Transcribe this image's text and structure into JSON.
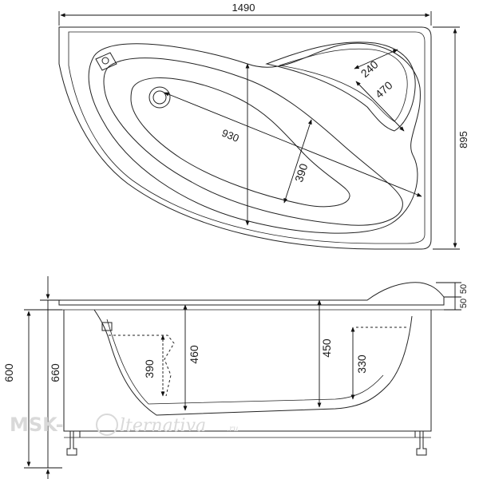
{
  "top_view": {
    "overall_length": "1490",
    "overall_width": "895",
    "inner_length": "930",
    "inner_width": "390",
    "headrest_width": "240",
    "headrest_length": "470"
  },
  "side_view": {
    "rim_thickness_1": "50",
    "rim_thickness_2": "50",
    "height_to_floor": "600",
    "height_overall": "660",
    "seat_depth": "390",
    "depth_left": "460",
    "depth_middle": "450",
    "depth_right": "330"
  },
  "watermark": {
    "brand": "MSK-",
    "script": "lternativa",
    "domain": ".ru"
  }
}
